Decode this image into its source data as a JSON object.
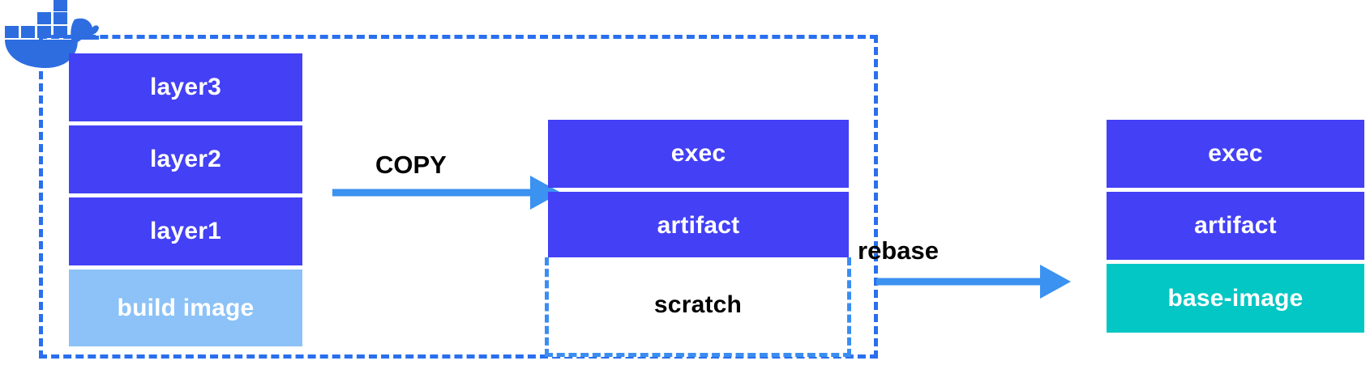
{
  "diagram": {
    "title": "docker multi-stage build rebase diagram",
    "colors": {
      "layer_blue": "#4340F5",
      "build_image_blue": "#8CC2F7",
      "base_image_teal": "#03C7C4",
      "arrow_blue": "#3B92F0",
      "frame_dashed_blue": "#2A6FEE",
      "scratch_dashed_blue": "#3B8EF0",
      "docker_logo_blue": "#2D6DE0",
      "text_on_fill": "#FFFFFF",
      "text_dark": "#000000",
      "background": "#FFFFFF"
    },
    "logo": {
      "name": "docker-whale-logo",
      "alt": "Docker"
    },
    "build_stage": {
      "frame_label": "build stage dashed frame",
      "layers": [
        {
          "label": "layer3",
          "fill": "blue"
        },
        {
          "label": "layer2",
          "fill": "blue"
        },
        {
          "label": "layer1",
          "fill": "blue"
        },
        {
          "label": "build image",
          "fill": "lightblue"
        }
      ]
    },
    "copy_stage": {
      "layers": [
        {
          "label": "exec",
          "fill": "blue"
        },
        {
          "label": "artifact",
          "fill": "blue"
        },
        {
          "label": "scratch",
          "fill": "dashed"
        }
      ]
    },
    "final_stage": {
      "layers": [
        {
          "label": "exec",
          "fill": "blue"
        },
        {
          "label": "artifact",
          "fill": "blue"
        },
        {
          "label": "base-image",
          "fill": "teal"
        }
      ]
    },
    "arrows": [
      {
        "label": "COPY",
        "name": "copy-arrow"
      },
      {
        "label": "rebase",
        "name": "rebase-arrow"
      }
    ]
  }
}
